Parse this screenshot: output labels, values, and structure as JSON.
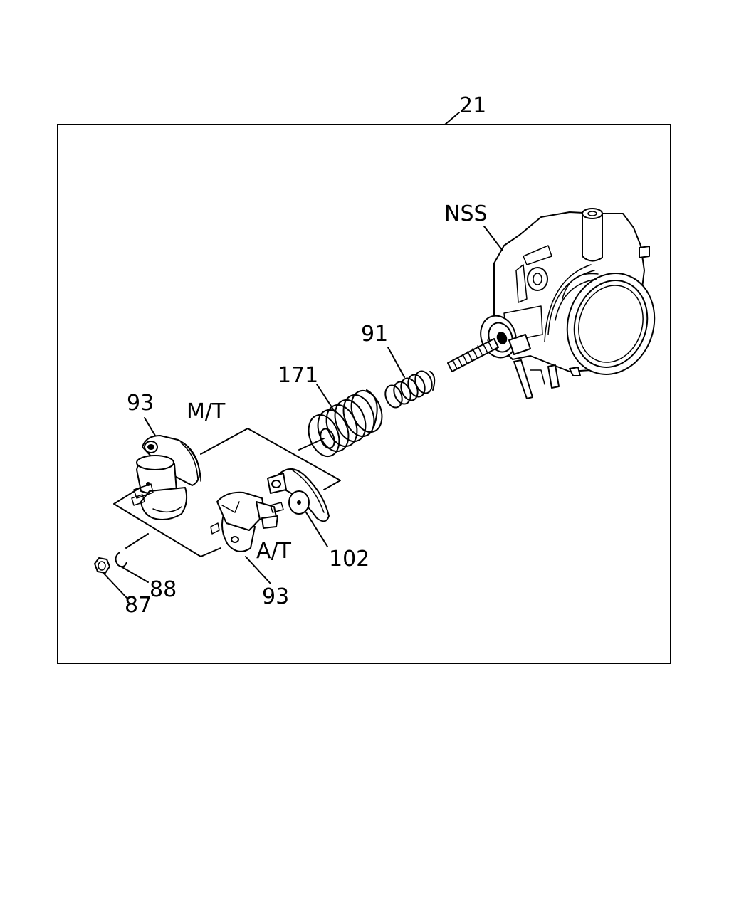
{
  "diagram": {
    "assembly_callout": "21",
    "callouts": {
      "nss": "NSS",
      "spring_small": "91",
      "spring_large": "171",
      "lever_mt": "93",
      "lever_at": "93",
      "plate": "102",
      "washer": "88",
      "nut": "87"
    },
    "variants": {
      "manual": "M/T",
      "automatic": "A/T"
    }
  }
}
